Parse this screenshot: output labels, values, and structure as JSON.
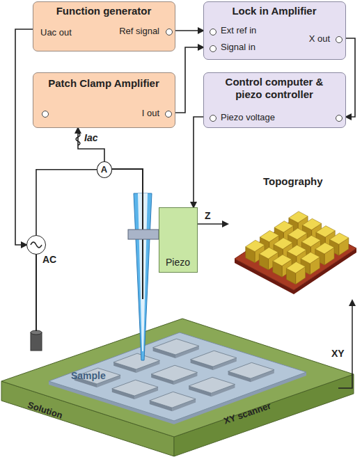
{
  "diagram": {
    "nodes": [
      {
        "text": [
          "Function generator",
          "Uac out",
          "Ref signal"
        ]
      },
      {
        "text": [
          "Lock in Amplifier",
          "Ext ref in",
          "Signal in",
          "X out"
        ]
      },
      {
        "text": [
          "Patch Clamp Amplifier",
          "I out"
        ]
      },
      {
        "text": [
          "Control computer & piezo controller",
          "Piezo voltage"
        ]
      },
      {
        "text": [
          "Piezo"
        ]
      },
      {
        "text": [
          "A"
        ]
      },
      {
        "text": [
          "AC"
        ]
      }
    ],
    "edges": [
      {
        "from": 0,
        "to": 1,
        "arrow": "to"
      },
      {
        "from": 2,
        "to": 1,
        "arrow": "to"
      },
      {
        "from": 1,
        "to": 3,
        "arrow": "to"
      },
      {
        "from": 3,
        "to": 4,
        "arrow": "to"
      },
      {
        "from": 5,
        "to": 2,
        "arrow": "to",
        "label": "Iac"
      },
      {
        "from": 0,
        "to": 6,
        "arrow": "to"
      },
      {
        "from": 6,
        "to": 5,
        "arrow": "none"
      }
    ],
    "labels": [
      "Topography",
      "Z",
      "XY",
      "Sample",
      "Solution",
      "XY scanner"
    ]
  }
}
